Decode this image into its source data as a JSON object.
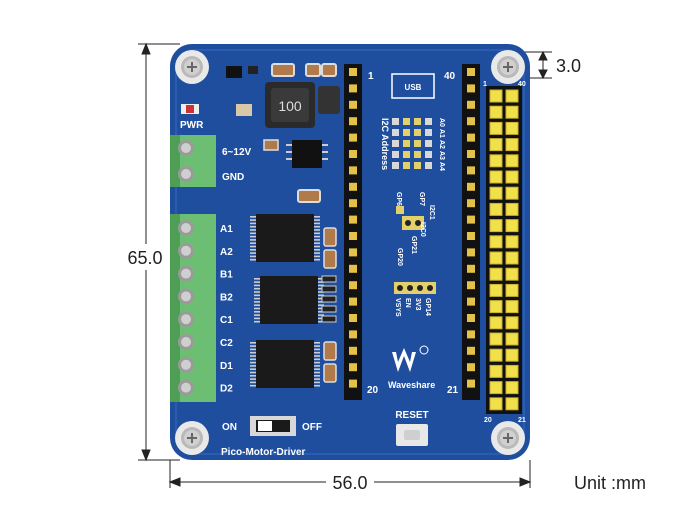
{
  "dimensions": {
    "height": "65.0",
    "width": "56.0",
    "hole_offset": "3.0",
    "unit_label": "Unit :mm"
  },
  "board": {
    "color": "#1f4e9e",
    "name": "Pico-Motor-Driver",
    "pwr": "PWR",
    "vin": "6~12V",
    "gnd": "GND",
    "terminals": [
      "A1",
      "A2",
      "B1",
      "B2",
      "C1",
      "C2",
      "D1",
      "D2"
    ],
    "header_labels": {
      "pin1": "1",
      "pin40": "40",
      "pin20": "20",
      "pin21": "21"
    },
    "usb": "USB",
    "i2c_address": "I2C Address",
    "i2c_bits": [
      "A0",
      "A1",
      "A2",
      "A3",
      "A4"
    ],
    "gp_labels": {
      "gp6": "GP6",
      "gp7": "GP7",
      "i2c1": "I2C1",
      "i2c0": "I2C0",
      "gp20": "GP20",
      "gp21": "GP21"
    },
    "power_labels": [
      "VSYS",
      "EN",
      "3V3",
      "GP14"
    ],
    "logo": "Waveshare",
    "reset": "RESET",
    "switch_on": "ON",
    "switch_off": "OFF",
    "inductor": "100",
    "pin_header_small": {
      "pin1": "1",
      "pin40": "40",
      "pin20": "20",
      "pin21": "21"
    }
  }
}
